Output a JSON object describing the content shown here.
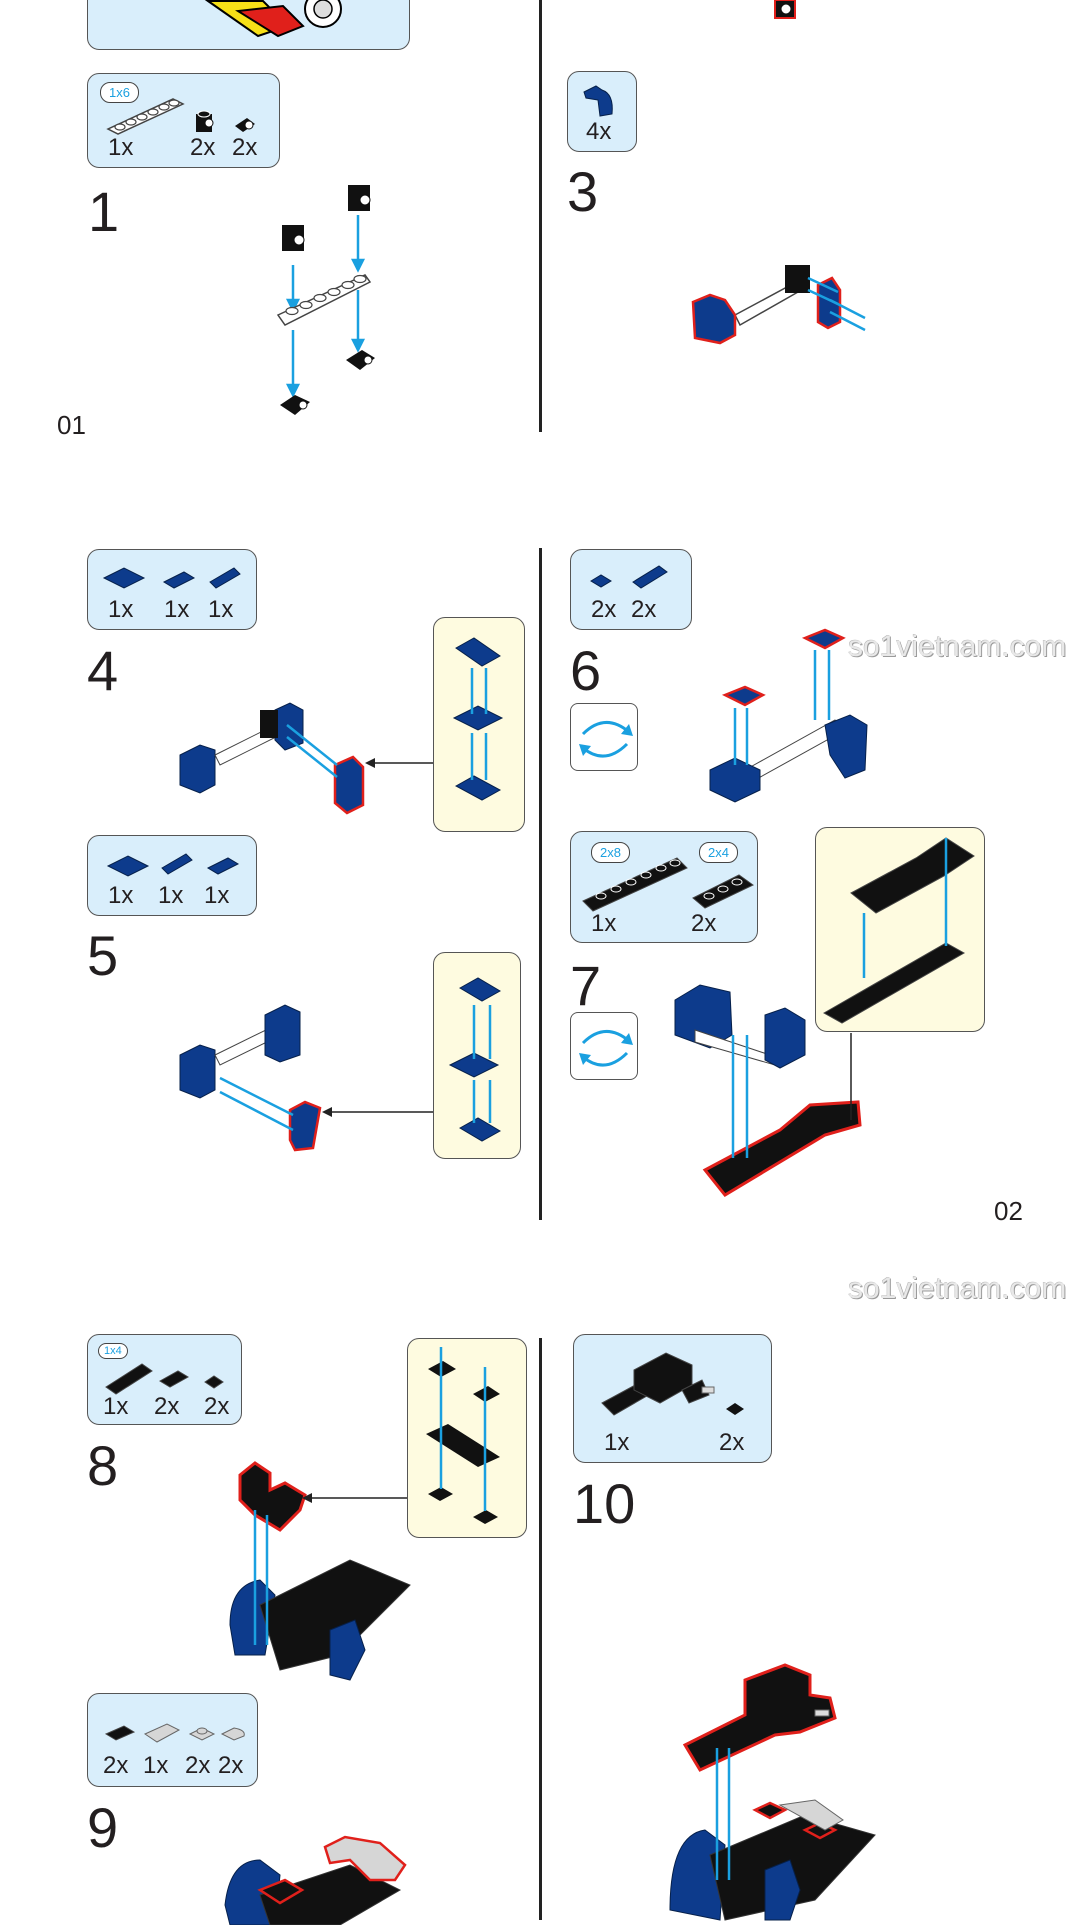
{
  "pages": [
    {
      "page_number": "01"
    },
    {
      "page_number": "02"
    }
  ],
  "watermark": "so1vietnam.com",
  "colors": {
    "parts_bg": "#d9eefb",
    "subassembly_bg": "#fefbe0",
    "arrow_blue": "#1aa0e0",
    "brick_blue": "#0d3b8c",
    "highlight_red": "#e0201b",
    "brick_black": "#111111"
  },
  "steps": [
    {
      "number": "1",
      "parts": [
        {
          "size": "1x6",
          "qty": "1x"
        },
        {
          "qty": "2x"
        },
        {
          "qty": "2x"
        }
      ]
    },
    {
      "number": "3",
      "parts": [
        {
          "qty": "4x"
        }
      ]
    },
    {
      "number": "4",
      "parts": [
        {
          "qty": "1x"
        },
        {
          "qty": "1x"
        },
        {
          "qty": "1x"
        }
      ]
    },
    {
      "number": "5",
      "parts": [
        {
          "qty": "1x"
        },
        {
          "qty": "1x"
        },
        {
          "qty": "1x"
        }
      ]
    },
    {
      "number": "6",
      "parts": [
        {
          "qty": "2x"
        },
        {
          "qty": "2x"
        }
      ],
      "rotate_model": true
    },
    {
      "number": "7",
      "parts": [
        {
          "size": "2x8",
          "qty": "1x"
        },
        {
          "size": "2x4",
          "qty": "2x"
        }
      ],
      "rotate_model": true
    },
    {
      "number": "8",
      "parts": [
        {
          "size": "1x4",
          "qty": "1x"
        },
        {
          "qty": "2x"
        },
        {
          "qty": "2x"
        }
      ]
    },
    {
      "number": "9",
      "parts": [
        {
          "qty": "2x"
        },
        {
          "qty": "1x"
        },
        {
          "qty": "2x"
        },
        {
          "qty": "2x"
        }
      ]
    },
    {
      "number": "10",
      "parts": [
        {
          "qty": "1x"
        },
        {
          "qty": "2x"
        }
      ]
    }
  ]
}
